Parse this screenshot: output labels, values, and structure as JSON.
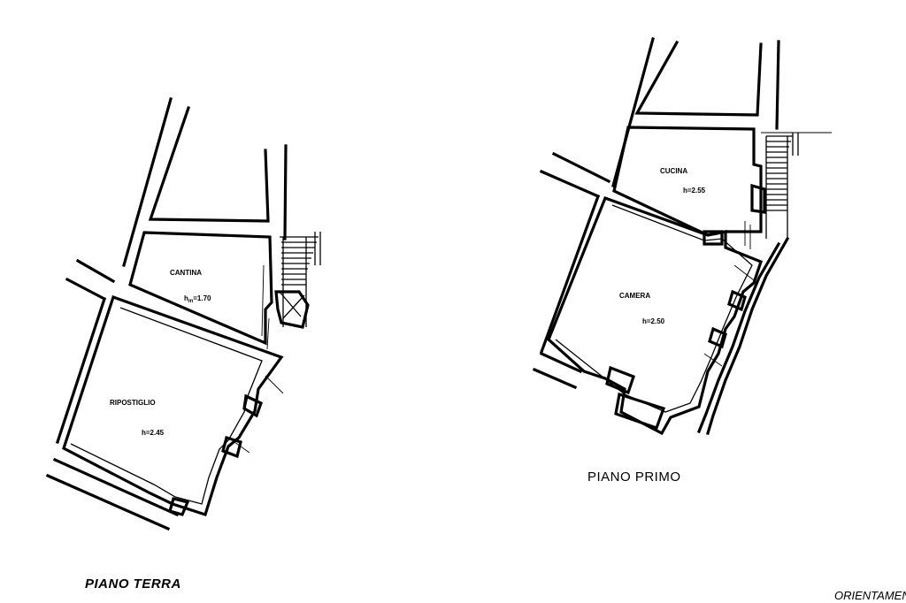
{
  "floors": [
    {
      "title": "PIANO TERRA",
      "rooms": [
        {
          "name": "CANTINA",
          "height": "h",
          "height_sub": "m",
          "height_value": "=1.70"
        },
        {
          "name": "RIPOSTIGLIO",
          "height": "h=2.45"
        }
      ]
    },
    {
      "title": "PIANO PRIMO",
      "rooms": [
        {
          "name": "CUCINA",
          "height": "h=2.55"
        },
        {
          "name": "CAMERA",
          "height": "h=2.50"
        }
      ]
    }
  ],
  "orientation_label": "ORIENTAMENTO"
}
